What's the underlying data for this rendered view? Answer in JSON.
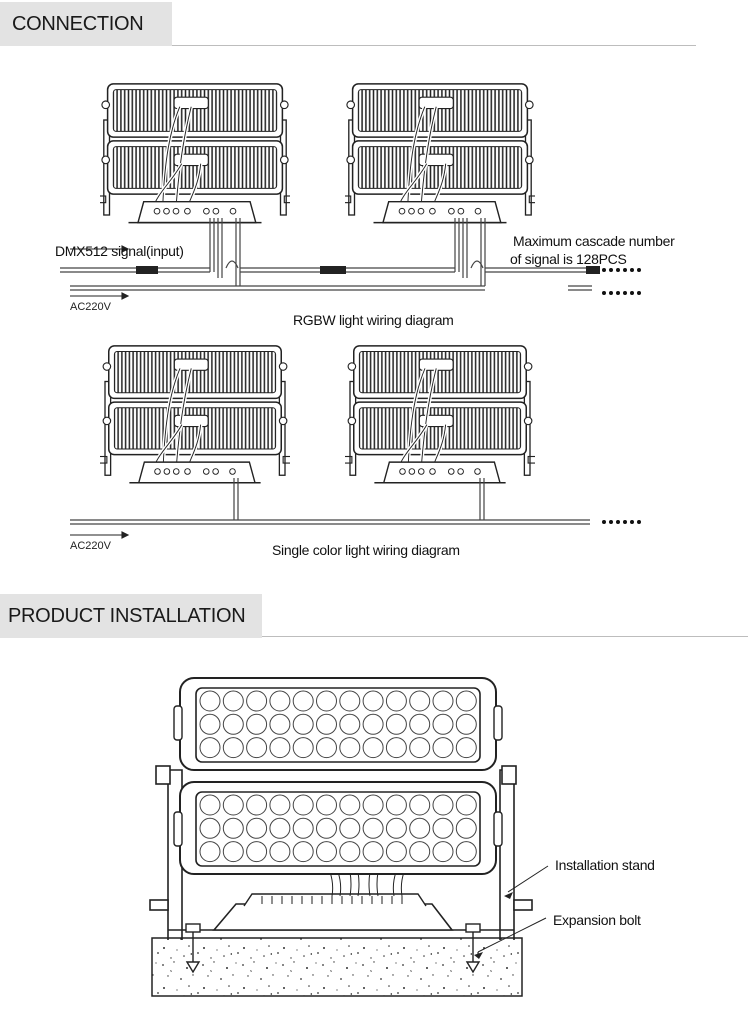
{
  "sections": {
    "connection": {
      "title": "CONNECTION"
    },
    "installation": {
      "title": "PRODUCT INSTALLATION"
    }
  },
  "rgbw_diagram": {
    "input_label": "DMX512 signal(input)",
    "cascade_line1": "Maximum cascade number",
    "cascade_line2": "of signal is 128PCS",
    "power_label": "AC220V",
    "caption": "RGBW light wiring diagram"
  },
  "single_diagram": {
    "power_label": "AC220V",
    "caption": "Single color light wiring diagram"
  },
  "installation": {
    "stand_label": "Installation stand",
    "bolt_label": "Expansion bolt"
  }
}
